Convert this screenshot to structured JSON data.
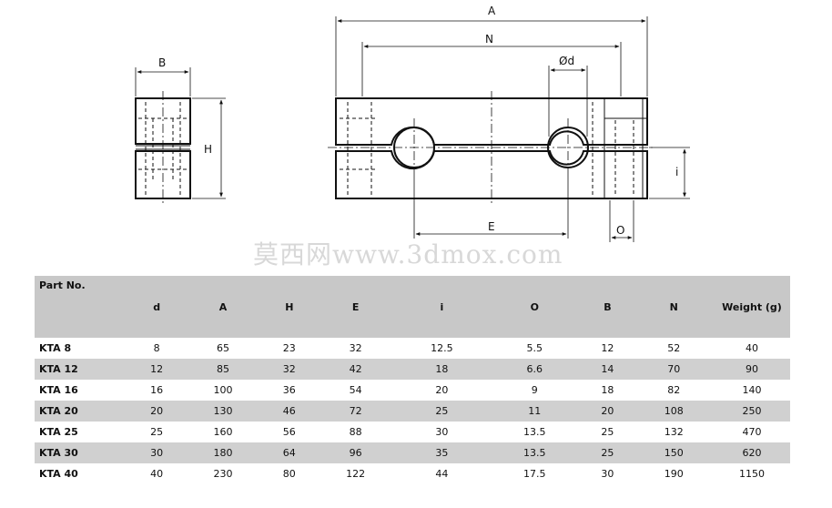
{
  "drawing": {
    "side_view": {
      "dim_width": "B",
      "dim_height": "H"
    },
    "front_view": {
      "dim_overall": "A",
      "dim_hole_span": "N",
      "dim_diameter": "Ød",
      "dim_center": "E",
      "dim_offset": "O",
      "dim_gap": "i"
    }
  },
  "watermark": "莫西网www.3dmox.com",
  "table": {
    "headers": [
      "Part No.",
      "d",
      "A",
      "H",
      "E",
      "i",
      "O",
      "B",
      "N",
      "Weight (g)"
    ],
    "rows": [
      [
        "KTA 8",
        "8",
        "65",
        "23",
        "32",
        "12.5",
        "5.5",
        "12",
        "52",
        "40"
      ],
      [
        "KTA 12",
        "12",
        "85",
        "32",
        "42",
        "18",
        "6.6",
        "14",
        "70",
        "90"
      ],
      [
        "KTA 16",
        "16",
        "100",
        "36",
        "54",
        "20",
        "9",
        "18",
        "82",
        "140"
      ],
      [
        "KTA 20",
        "20",
        "130",
        "46",
        "72",
        "25",
        "11",
        "20",
        "108",
        "250"
      ],
      [
        "KTA 25",
        "25",
        "160",
        "56",
        "88",
        "30",
        "13.5",
        "25",
        "132",
        "470"
      ],
      [
        "KTA 30",
        "30",
        "180",
        "64",
        "96",
        "35",
        "13.5",
        "25",
        "150",
        "620"
      ],
      [
        "KTA 40",
        "40",
        "230",
        "80",
        "122",
        "44",
        "17.5",
        "30",
        "190",
        "1150"
      ]
    ]
  }
}
